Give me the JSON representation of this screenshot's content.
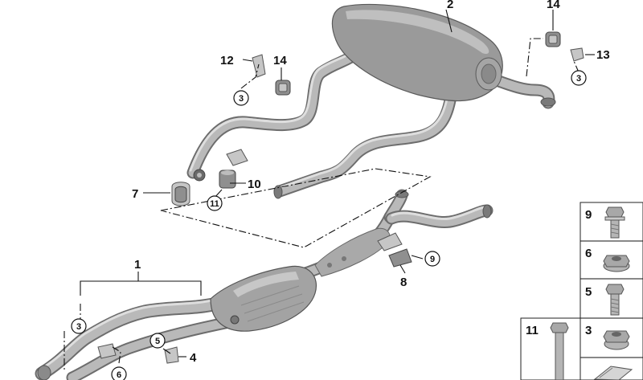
{
  "callouts": {
    "c1": "1",
    "c2": "2",
    "c3a": "3",
    "c3b": "3",
    "c3c": "3",
    "c4": "4",
    "c5": "5",
    "c6": "6",
    "c7": "7",
    "c8": "8",
    "c9": "9",
    "c10": "10",
    "c11": "11",
    "c12": "12",
    "c13": "13",
    "c14a": "14",
    "c14b": "14"
  },
  "legend": {
    "row1": "9",
    "row2": "6",
    "row3": "5",
    "row4_left": "11",
    "row4_right": "3"
  }
}
